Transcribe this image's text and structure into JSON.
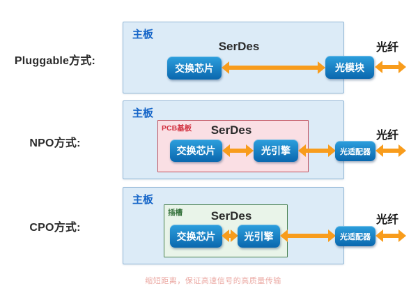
{
  "caption": "缩短距离，保证高速信号的高质量传输",
  "rows": [
    {
      "method": "Pluggable方式:",
      "board": "主板",
      "serdes": "SerDes",
      "fiber": "光纤",
      "components": [
        "交换芯片",
        "光模块"
      ]
    },
    {
      "method": "NPO方式:",
      "board": "主板",
      "inner": "PCB基板",
      "serdes": "SerDes",
      "fiber": "光纤",
      "components": [
        "交换芯片",
        "光引擎",
        "光适配器"
      ]
    },
    {
      "method": "CPO方式:",
      "board": "主板",
      "inner": "插槽",
      "serdes": "SerDes",
      "fiber": "光纤",
      "components": [
        "交换芯片",
        "光引擎",
        "光适配器"
      ]
    }
  ],
  "colors": {
    "arrow": "#F89C1C",
    "board_fill": "#DCEBF7",
    "board_border": "#93B7D6",
    "board_label": "#1565C8",
    "component_gradient_top": "#2D9FDD",
    "component_gradient_bottom": "#0A67AE",
    "pcb_fill": "#FADFE4",
    "pcb_border": "#BF4F5C",
    "pcb_label": "#D2303F",
    "slot_fill": "#E9F4E9",
    "slot_border": "#47804F",
    "slot_label": "#33703A",
    "caption_text": "#EBA9A3",
    "dark_text": "#2B2B2B"
  }
}
